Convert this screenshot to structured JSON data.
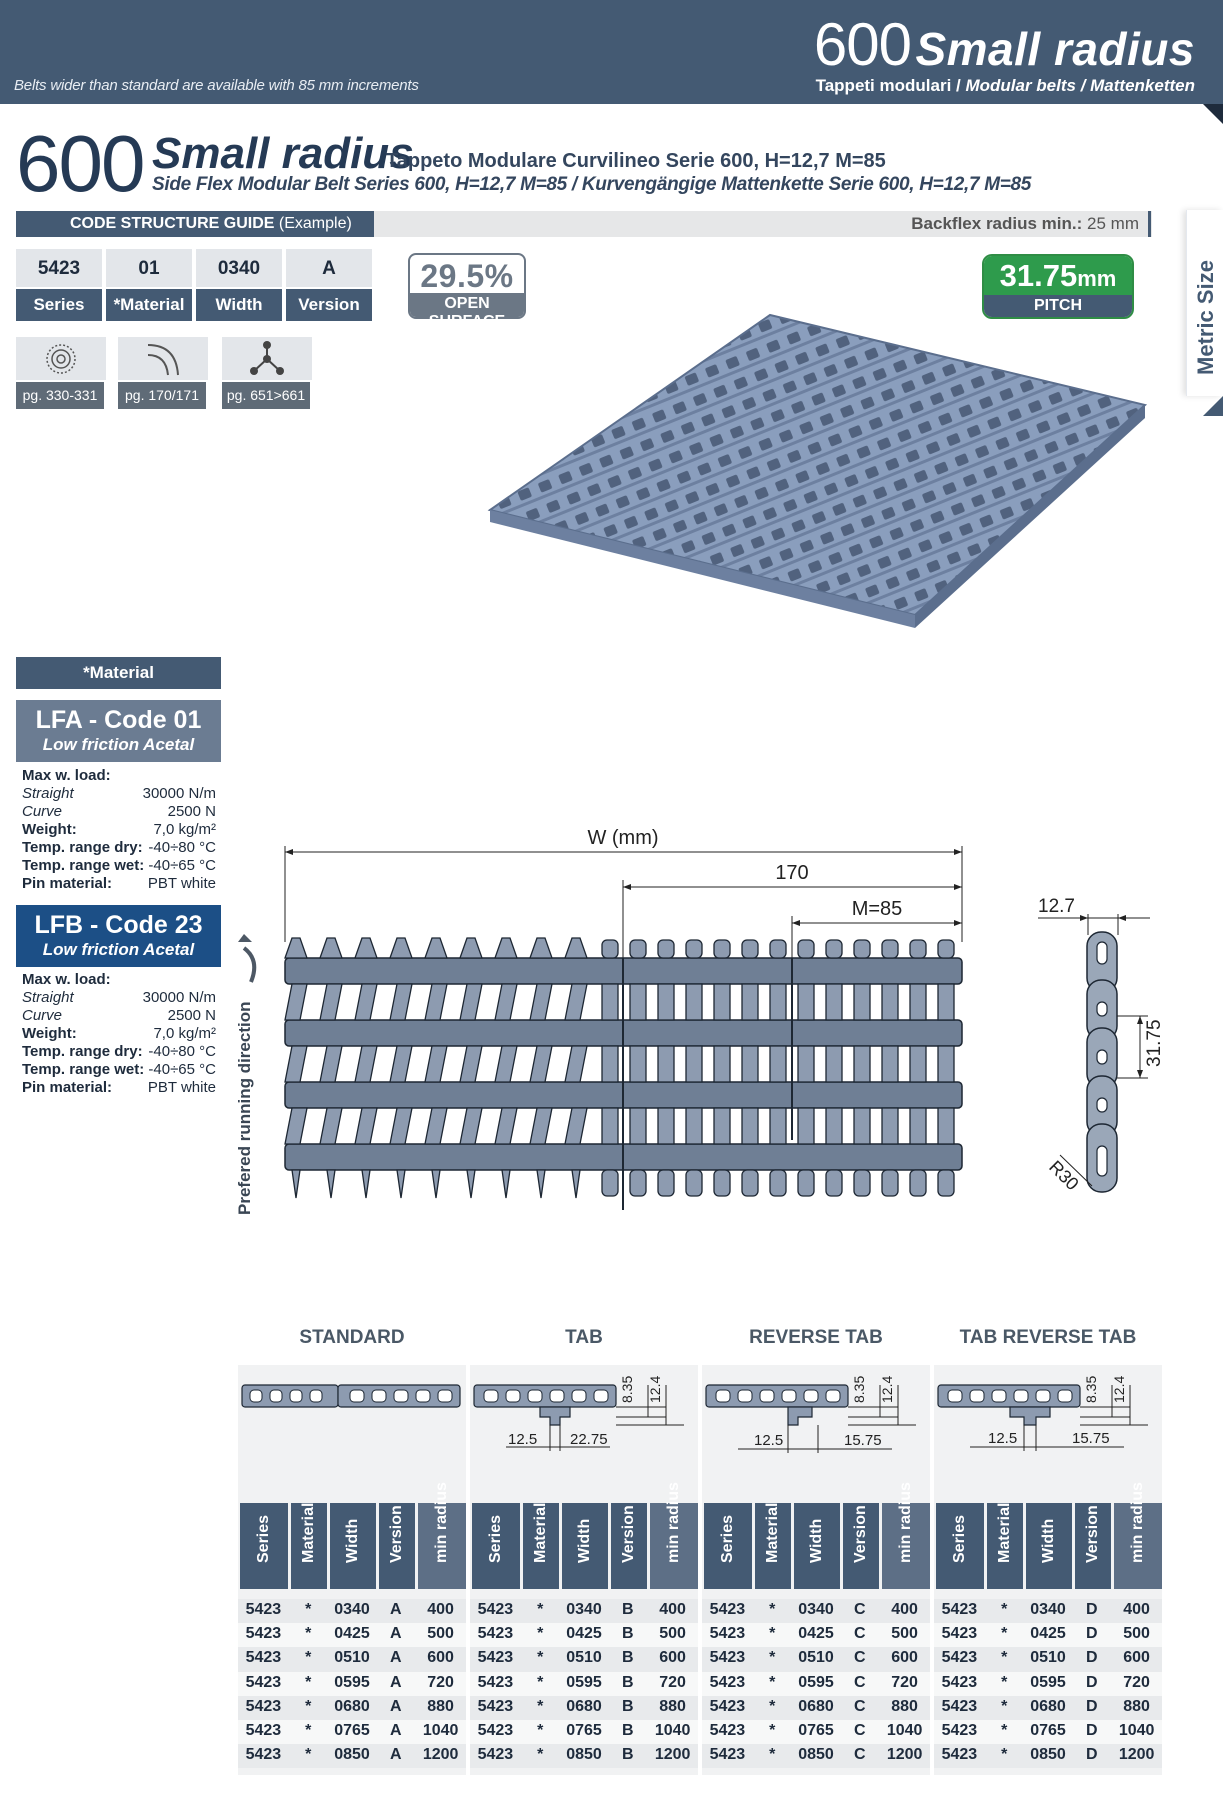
{
  "header": {
    "note": "Belts wider than standard are available with 85 mm increments",
    "title_num": "600",
    "title_text": "Small radius",
    "subtitle_a": "Tappeti modulari / ",
    "subtitle_b": "Modular belts / Mattenketten"
  },
  "side_tab": "Metric Size",
  "title": {
    "num": "600",
    "name": "Small radius",
    "desc_it": "Tappeto Modulare Curvilineo Serie 600, H=12,7 M=85",
    "desc_en_de": "Side Flex Modular Belt Series 600, H=12,7 M=85 / Kurvengängige Mattenkette Serie 600, H=12,7 M=85"
  },
  "code_guide": {
    "label": "CODE STRUCTURE GUIDE",
    "example": "(Example)",
    "backflex_label": "Backflex radius min.:",
    "backflex_value": "25 mm",
    "codes": [
      {
        "value": "5423",
        "label": "Series"
      },
      {
        "value": "01",
        "label": "*Material"
      },
      {
        "value": "0340",
        "label": "Width"
      },
      {
        "value": "A",
        "label": "Version"
      }
    ]
  },
  "page_refs": [
    {
      "icon": "sprocket-icon",
      "label": "pg. 330-331"
    },
    {
      "icon": "curve-guide-icon",
      "label": "pg. 170/171"
    },
    {
      "icon": "accessories-icon",
      "label": "pg. 651>661"
    }
  ],
  "open_surface": {
    "value": "29.5%",
    "label": "OPEN SURFACE"
  },
  "pitch": {
    "value": "31.75",
    "unit": "mm",
    "label": "PITCH"
  },
  "material": {
    "header": "*Material",
    "items": [
      {
        "code": "LFA - Code 01",
        "name": "Low friction Acetal",
        "color": "#6b7c92",
        "specs": [
          {
            "k": "Max w. load:",
            "v": "",
            "italic": false
          },
          {
            "k": "Straight",
            "v": "30000 N/m",
            "italic": true
          },
          {
            "k": "Curve",
            "v": "2500 N",
            "italic": true
          },
          {
            "k": "Weight:",
            "v": "7,0 kg/m²",
            "italic": false
          },
          {
            "k": "Temp. range dry:",
            "v": "-40÷80 °C",
            "italic": false
          },
          {
            "k": "Temp. range wet:",
            "v": "-40÷65 °C",
            "italic": false
          },
          {
            "k": "Pin material:",
            "v": "PBT white",
            "italic": false
          }
        ]
      },
      {
        "code": "LFB - Code 23",
        "name": "Low friction Acetal",
        "color": "#1c4f86",
        "specs": [
          {
            "k": "Max w. load:",
            "v": "",
            "italic": false
          },
          {
            "k": "Straight",
            "v": "30000 N/m",
            "italic": true
          },
          {
            "k": "Curve",
            "v": "2500 N",
            "italic": true
          },
          {
            "k": "Weight:",
            "v": "7,0 kg/m²",
            "italic": false
          },
          {
            "k": "Temp. range dry:",
            "v": "-40÷80 °C",
            "italic": false
          },
          {
            "k": "Temp. range wet:",
            "v": "-40÷65 °C",
            "italic": false
          },
          {
            "k": "Pin material:",
            "v": "PBT white",
            "italic": false
          }
        ]
      }
    ]
  },
  "drawing": {
    "w_label": "W (mm)",
    "d170": "170",
    "m85": "M=85",
    "direction": "Prefered running direction",
    "side_h": "12.7",
    "side_pitch": "31.75",
    "side_radius": "R30"
  },
  "versions": [
    {
      "title": "STANDARD",
      "dims": []
    },
    {
      "title": "TAB",
      "dims": [
        "8.35",
        "12.4",
        "12.5",
        "22.75"
      ]
    },
    {
      "title": "REVERSE TAB",
      "dims": [
        "8.35",
        "12.4",
        "12.5",
        "15.75"
      ]
    },
    {
      "title": "TAB REVERSE TAB",
      "dims": [
        "8.35",
        "12.4",
        "12.5",
        "15.75"
      ]
    }
  ],
  "table_headers": [
    "Series",
    "Material",
    "Width",
    "Version",
    "min radius"
  ],
  "tables": [
    {
      "rows": [
        [
          "5423",
          "*",
          "0340",
          "A",
          "400"
        ],
        [
          "5423",
          "*",
          "0425",
          "A",
          "500"
        ],
        [
          "5423",
          "*",
          "0510",
          "A",
          "600"
        ],
        [
          "5423",
          "*",
          "0595",
          "A",
          "720"
        ],
        [
          "5423",
          "*",
          "0680",
          "A",
          "880"
        ],
        [
          "5423",
          "*",
          "0765",
          "A",
          "1040"
        ],
        [
          "5423",
          "*",
          "0850",
          "A",
          "1200"
        ]
      ]
    },
    {
      "rows": [
        [
          "5423",
          "*",
          "0340",
          "B",
          "400"
        ],
        [
          "5423",
          "*",
          "0425",
          "B",
          "500"
        ],
        [
          "5423",
          "*",
          "0510",
          "B",
          "600"
        ],
        [
          "5423",
          "*",
          "0595",
          "B",
          "720"
        ],
        [
          "5423",
          "*",
          "0680",
          "B",
          "880"
        ],
        [
          "5423",
          "*",
          "0765",
          "B",
          "1040"
        ],
        [
          "5423",
          "*",
          "0850",
          "B",
          "1200"
        ]
      ]
    },
    {
      "rows": [
        [
          "5423",
          "*",
          "0340",
          "C",
          "400"
        ],
        [
          "5423",
          "*",
          "0425",
          "C",
          "500"
        ],
        [
          "5423",
          "*",
          "0510",
          "C",
          "600"
        ],
        [
          "5423",
          "*",
          "0595",
          "C",
          "720"
        ],
        [
          "5423",
          "*",
          "0680",
          "C",
          "880"
        ],
        [
          "5423",
          "*",
          "0765",
          "C",
          "1040"
        ],
        [
          "5423",
          "*",
          "0850",
          "C",
          "1200"
        ]
      ]
    },
    {
      "rows": [
        [
          "5423",
          "*",
          "0340",
          "D",
          "400"
        ],
        [
          "5423",
          "*",
          "0425",
          "D",
          "500"
        ],
        [
          "5423",
          "*",
          "0510",
          "D",
          "600"
        ],
        [
          "5423",
          "*",
          "0595",
          "D",
          "720"
        ],
        [
          "5423",
          "*",
          "0680",
          "D",
          "880"
        ],
        [
          "5423",
          "*",
          "0765",
          "D",
          "1040"
        ],
        [
          "5423",
          "*",
          "0850",
          "D",
          "1200"
        ]
      ]
    }
  ],
  "colors": {
    "brand": "#445a73",
    "pitch_green": "#2e9b4c",
    "belt": "#7b90b0"
  }
}
